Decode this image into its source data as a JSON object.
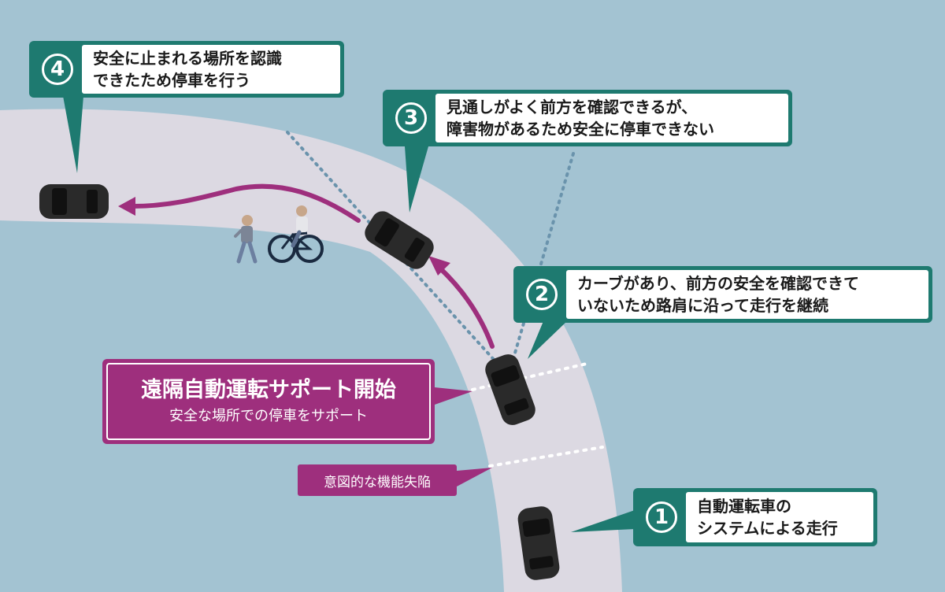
{
  "steps": [
    {
      "num": "4",
      "line1": "安全に止まれる場所を認識",
      "line2": "できたため停車を行う"
    },
    {
      "num": "3",
      "line1": "見通しがよく前方を確認できるが、",
      "line2": "障害物があるため安全に停車できない"
    },
    {
      "num": "2",
      "line1": "カーブがあり、前方の安全を確認できて",
      "line2": "いないため路肩に沿って走行を継続"
    },
    {
      "num": "1",
      "line1": "自動運転車の",
      "line2": "システムによる走行"
    }
  ],
  "remote_support": {
    "title": "遠隔自動運転サポート開始",
    "subtitle": "安全な場所での停車をサポート"
  },
  "failure_label": "意図的な機能失陥",
  "colors": {
    "background": "#a3c3d2",
    "road": "#dcd9e2",
    "teal": "#1e7a70",
    "magenta": "#9e2f7d",
    "car": "#2a2a2a"
  },
  "icons": [
    "car-icon",
    "pedestrian-icon",
    "cyclist-icon",
    "path-arrow",
    "dotted-sightline"
  ]
}
